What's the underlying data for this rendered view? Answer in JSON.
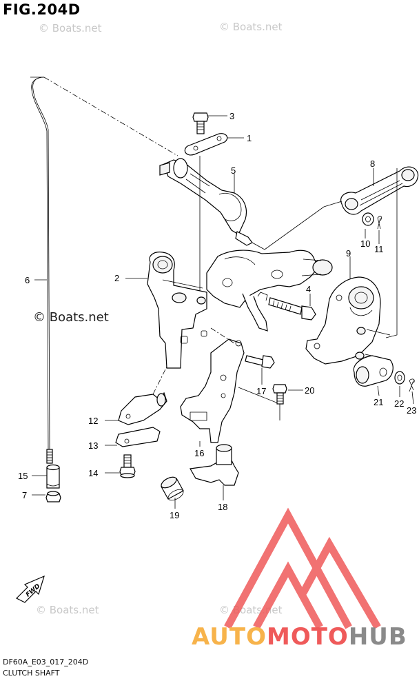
{
  "figure": {
    "title": "FIG.204D",
    "code": "DF60A_E03_017_204D",
    "name": "CLUTCH SHAFT",
    "fwd_label": "FWD"
  },
  "watermarks": {
    "small": "© Boats.net",
    "large": "© Boats.net"
  },
  "brand": {
    "part1": "AUTO",
    "part2": "MOTO",
    "part3": "HUB",
    "colors": {
      "auto": "#f7b34b",
      "moto": "#ef5a5a",
      "hub": "#8a8a8a",
      "logo": "#ef5a5a"
    }
  },
  "callouts": {
    "c1": "1",
    "c2": "2",
    "c3": "3",
    "c4": "4",
    "c5": "5",
    "c6": "6",
    "c7": "7",
    "c8": "8",
    "c9": "9",
    "c10": "10",
    "c11": "11",
    "c12": "12",
    "c13": "13",
    "c14": "14",
    "c15": "15",
    "c16": "16",
    "c17": "17",
    "c18": "18",
    "c19": "19",
    "c20": "20",
    "c21": "21",
    "c22": "22",
    "c23": "23"
  }
}
